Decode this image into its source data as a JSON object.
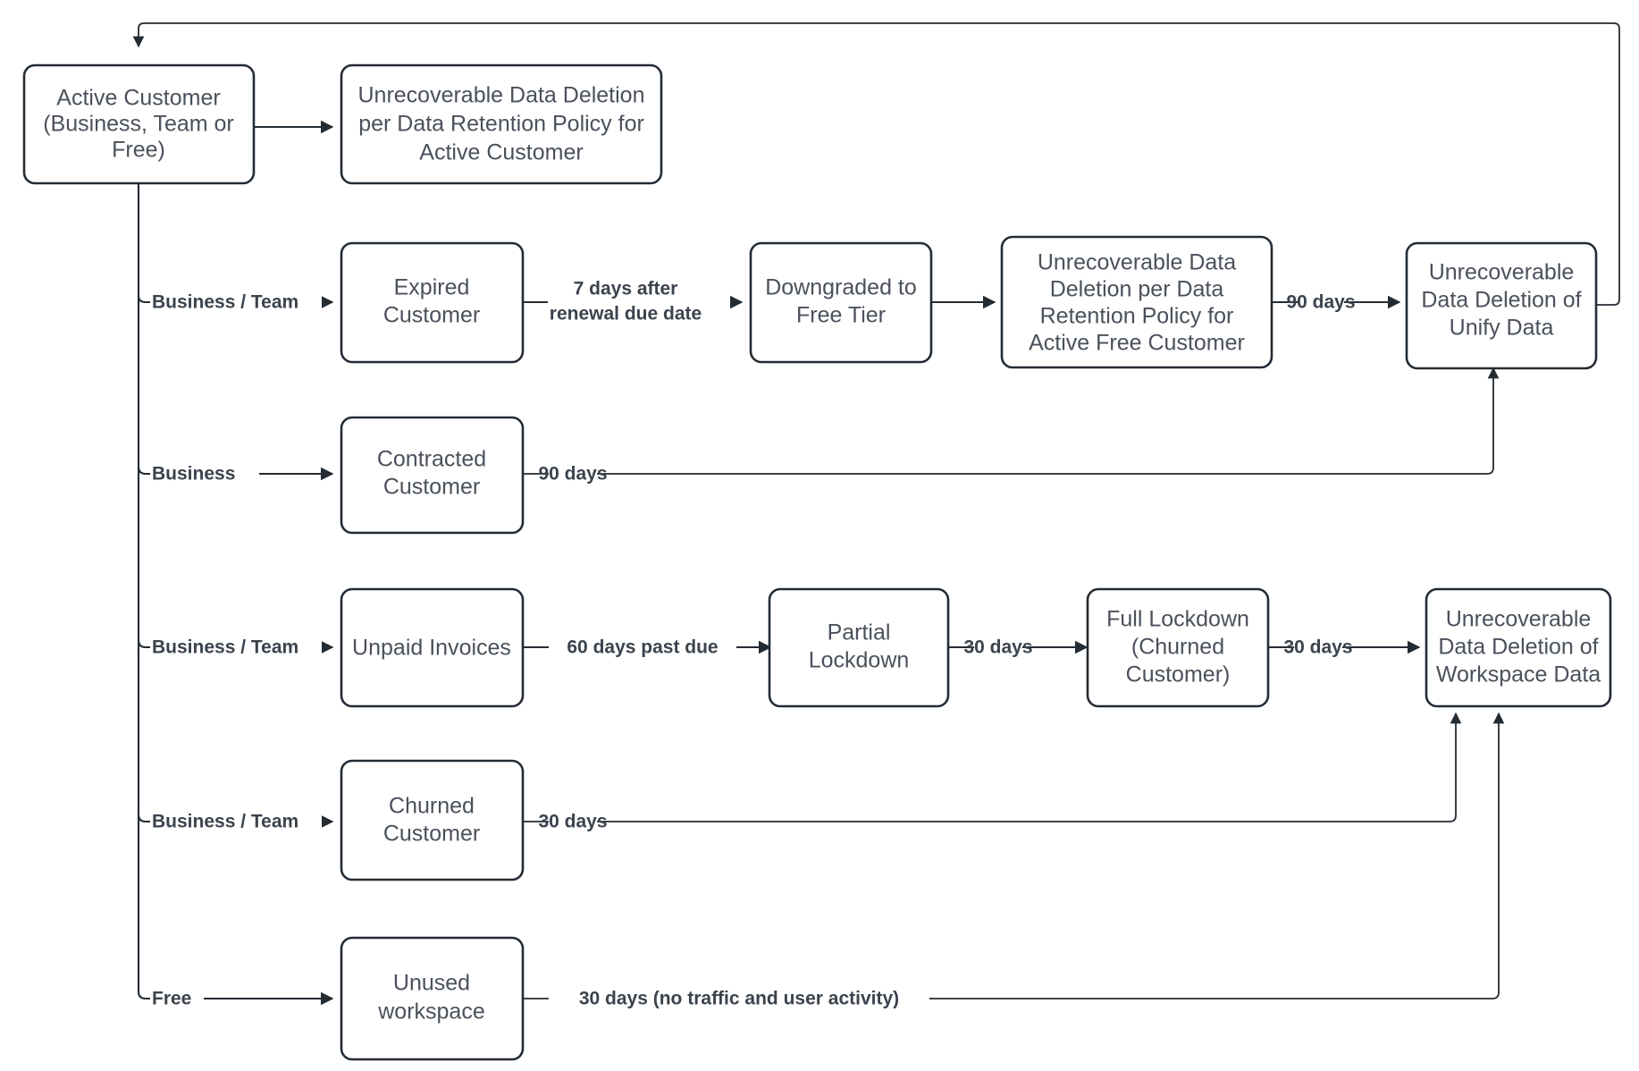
{
  "diagram": {
    "title": "Customer Lifecycle Data Retention and Deletion Flow",
    "type": "flowchart",
    "background_color": "#ffffff",
    "node_fill": "#ffffff",
    "node_stroke": "#232b33",
    "text_color": "#4a515b",
    "edge_label_color": "#3b434d"
  },
  "nodes": {
    "active_customer": {
      "id": "active-customer",
      "lines": [
        "Active Customer",
        "(Business, Team or",
        "Free)"
      ]
    },
    "unrecoverable_active": {
      "id": "unrecoverable-deletion-active-customer",
      "lines": [
        "Unrecoverable Data Deletion",
        "per Data Retention Policy for",
        "Active Customer"
      ]
    },
    "expired_customer": {
      "id": "expired-customer",
      "lines": [
        "Expired",
        "Customer"
      ]
    },
    "downgraded_free_tier": {
      "id": "downgraded-to-free-tier",
      "lines": [
        "Downgraded to",
        "Free Tier"
      ]
    },
    "unrecoverable_free": {
      "id": "unrecoverable-deletion-active-free-customer",
      "lines": [
        "Unrecoverable Data",
        "Deletion per Data",
        "Retention Policy for",
        "Active Free Customer"
      ]
    },
    "unify_data_deletion": {
      "id": "unrecoverable-deletion-unify-data",
      "lines": [
        "Unrecoverable",
        "Data Deletion of",
        "Unify Data"
      ]
    },
    "contracted_customer": {
      "id": "contracted-customer",
      "lines": [
        "Contracted",
        "Customer"
      ]
    },
    "unpaid_invoices": {
      "id": "unpaid-invoices",
      "lines": [
        "Unpaid Invoices"
      ]
    },
    "partial_lockdown": {
      "id": "partial-lockdown",
      "lines": [
        "Partial",
        "Lockdown"
      ]
    },
    "full_lockdown": {
      "id": "full-lockdown-churned-customer",
      "lines": [
        "Full Lockdown",
        "(Churned",
        "Customer)"
      ]
    },
    "workspace_data_deletion": {
      "id": "unrecoverable-deletion-workspace-data",
      "lines": [
        "Unrecoverable",
        "Data Deletion of",
        "Workspace Data"
      ]
    },
    "churned_customer": {
      "id": "churned-customer",
      "lines": [
        "Churned",
        "Customer"
      ]
    },
    "unused_workspace": {
      "id": "unused-workspace",
      "lines": [
        "Unused",
        "workspace"
      ]
    }
  },
  "edge_labels": {
    "branch_expired": "Business / Team",
    "branch_contracted": "Business",
    "branch_unpaid": "Business / Team",
    "branch_churned": "Business / Team",
    "branch_unused": "Free",
    "expired_to_downgraded_l1": "7 days after",
    "expired_to_downgraded_l2": "renewal due date",
    "free_policy_to_unify": "90 days",
    "contracted_to_unify": "90 days",
    "unpaid_to_partial": "60 days past due",
    "partial_to_full": "30 days",
    "full_to_workspace": "30 days",
    "churned_to_workspace": "30 days",
    "unused_to_workspace": "30 days (no traffic and user activity)"
  }
}
